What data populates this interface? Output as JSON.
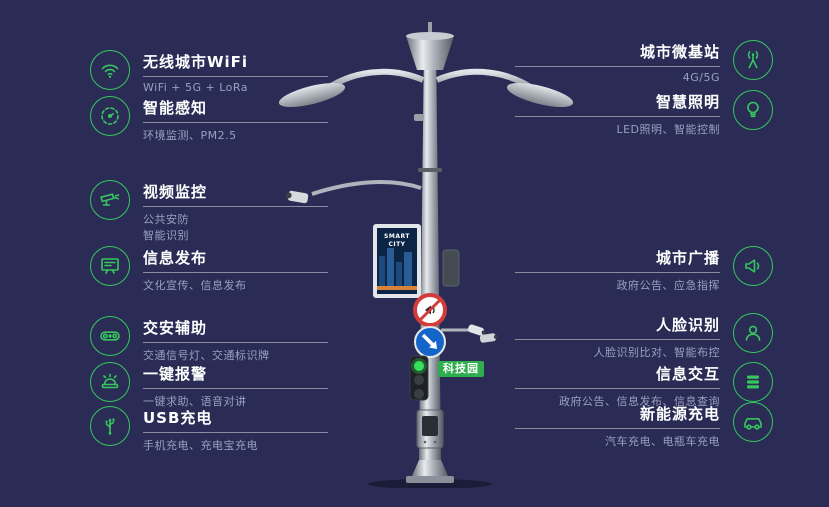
{
  "colors": {
    "background": "#2a2c55",
    "accent": "#35c75e"
  },
  "left_items": [
    {
      "title": "无线城市WiFi",
      "subtitle": "WiFi + 5G + LoRa",
      "icon": "wifi-icon"
    },
    {
      "title": "智能感知",
      "subtitle": "环境监测、PM2.5",
      "icon": "sensor-icon"
    },
    {
      "title": "视频监控",
      "subtitle": "公共安防\n智能识别",
      "icon": "cctv-camera-icon"
    },
    {
      "title": "信息发布",
      "subtitle": "文化宣传、信息发布",
      "icon": "screen-icon"
    },
    {
      "title": "交安辅助",
      "subtitle": "交通信号灯、交通标识牌",
      "icon": "traffic-signal-icon"
    },
    {
      "title": "一键报警",
      "subtitle": "一键求助、语音对讲",
      "icon": "alarm-icon"
    },
    {
      "title": "USB充电",
      "subtitle": "手机充电、充电宝充电",
      "icon": "usb-icon"
    }
  ],
  "right_items": [
    {
      "title": "城市微基站",
      "subtitle": "4G/5G",
      "icon": "antenna-icon"
    },
    {
      "title": "智慧照明",
      "subtitle": "LED照明、智能控制",
      "icon": "bulb-icon"
    },
    {
      "title": "城市广播",
      "subtitle": "政府公告、应急指挥",
      "icon": "speaker-icon"
    },
    {
      "title": "人脸识别",
      "subtitle": "人脸识别比对、智能布控",
      "icon": "face-icon"
    },
    {
      "title": "信息交互",
      "subtitle": "政府公告、信息发布、信息查询",
      "icon": "list-icon"
    },
    {
      "title": "新能源充电",
      "subtitle": "汽车充电、电瓶车充电",
      "icon": "car-icon"
    }
  ],
  "pole": {
    "screen_title": "SMART CITY",
    "tech_label": "科技园"
  }
}
